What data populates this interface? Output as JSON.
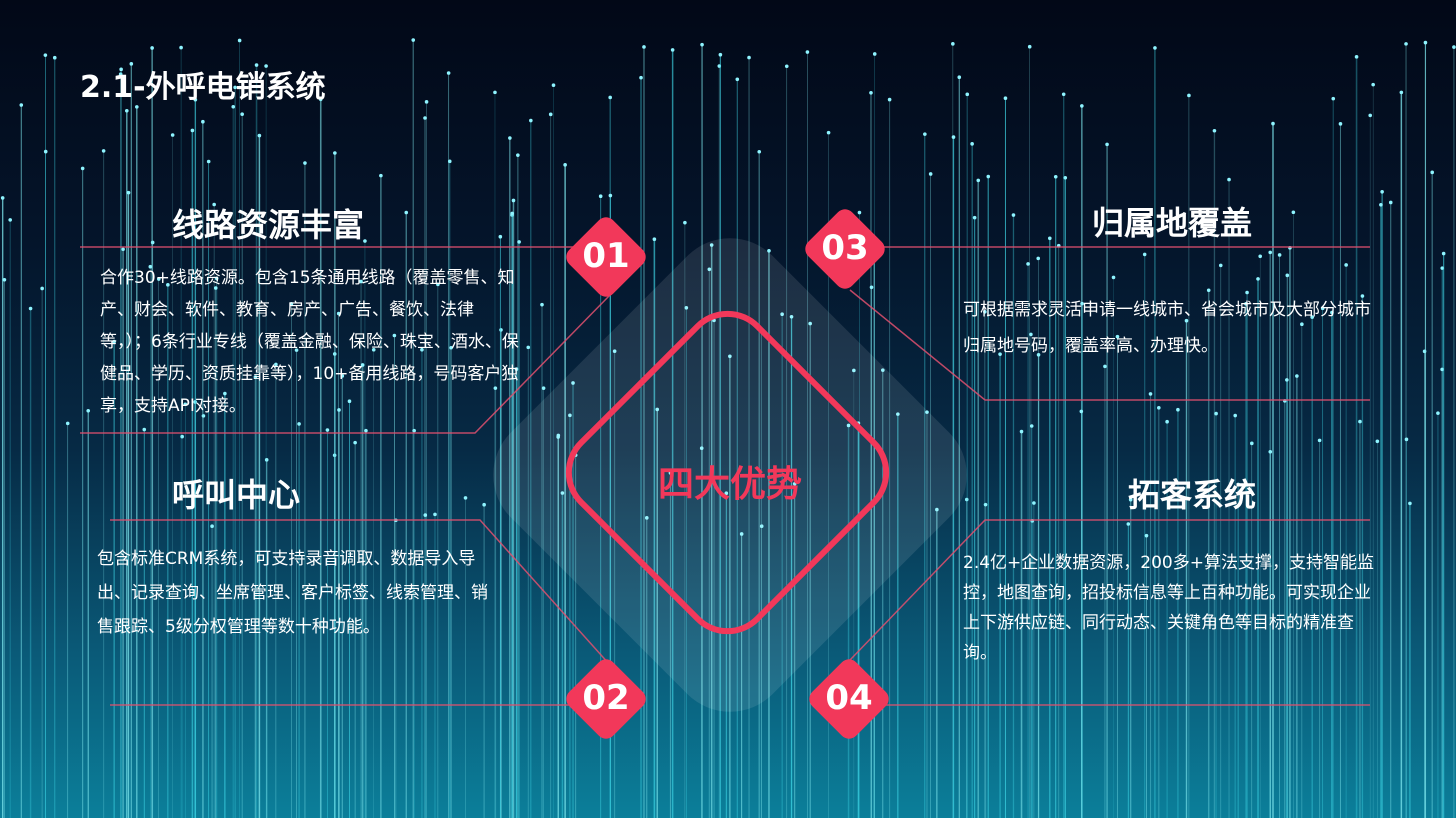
{
  "title": "2.1-外呼电销系统",
  "center": "四大优势",
  "items": [
    {
      "num": "01",
      "heading": "线路资源丰富",
      "text": "合作30+线路资源。包含15条通用线路（覆盖零售、知产、财会、软件、教育、房产、广告、餐饮、法律等，）；6条行业专线（覆盖金融、保险、珠宝、酒水、保健品、学历、资质挂靠等），10+备用线路，号码客户独享，支持API对接。"
    },
    {
      "num": "02",
      "heading": "呼叫中心",
      "text": "包含标准CRM系统，可支持录音调取、数据导入导出、记录查询、坐席管理、客户标签、线索管理、销售跟踪、5级分权管理等数十种功能。"
    },
    {
      "num": "03",
      "heading": "归属地覆盖",
      "text": "可根据需求灵活申请一线城市、省会城市及大部分城市归属地号码，覆盖率高、办理快。"
    },
    {
      "num": "04",
      "heading": "拓客系统",
      "text": "2.4亿+企业数据资源，200多+算法支撑，支持智能监控，地图查询，招投标信息等上百种功能。可实现企业上下游供应链、同行动态、关键角色等目标的精准查询。"
    }
  ],
  "accent": "#f2385a"
}
